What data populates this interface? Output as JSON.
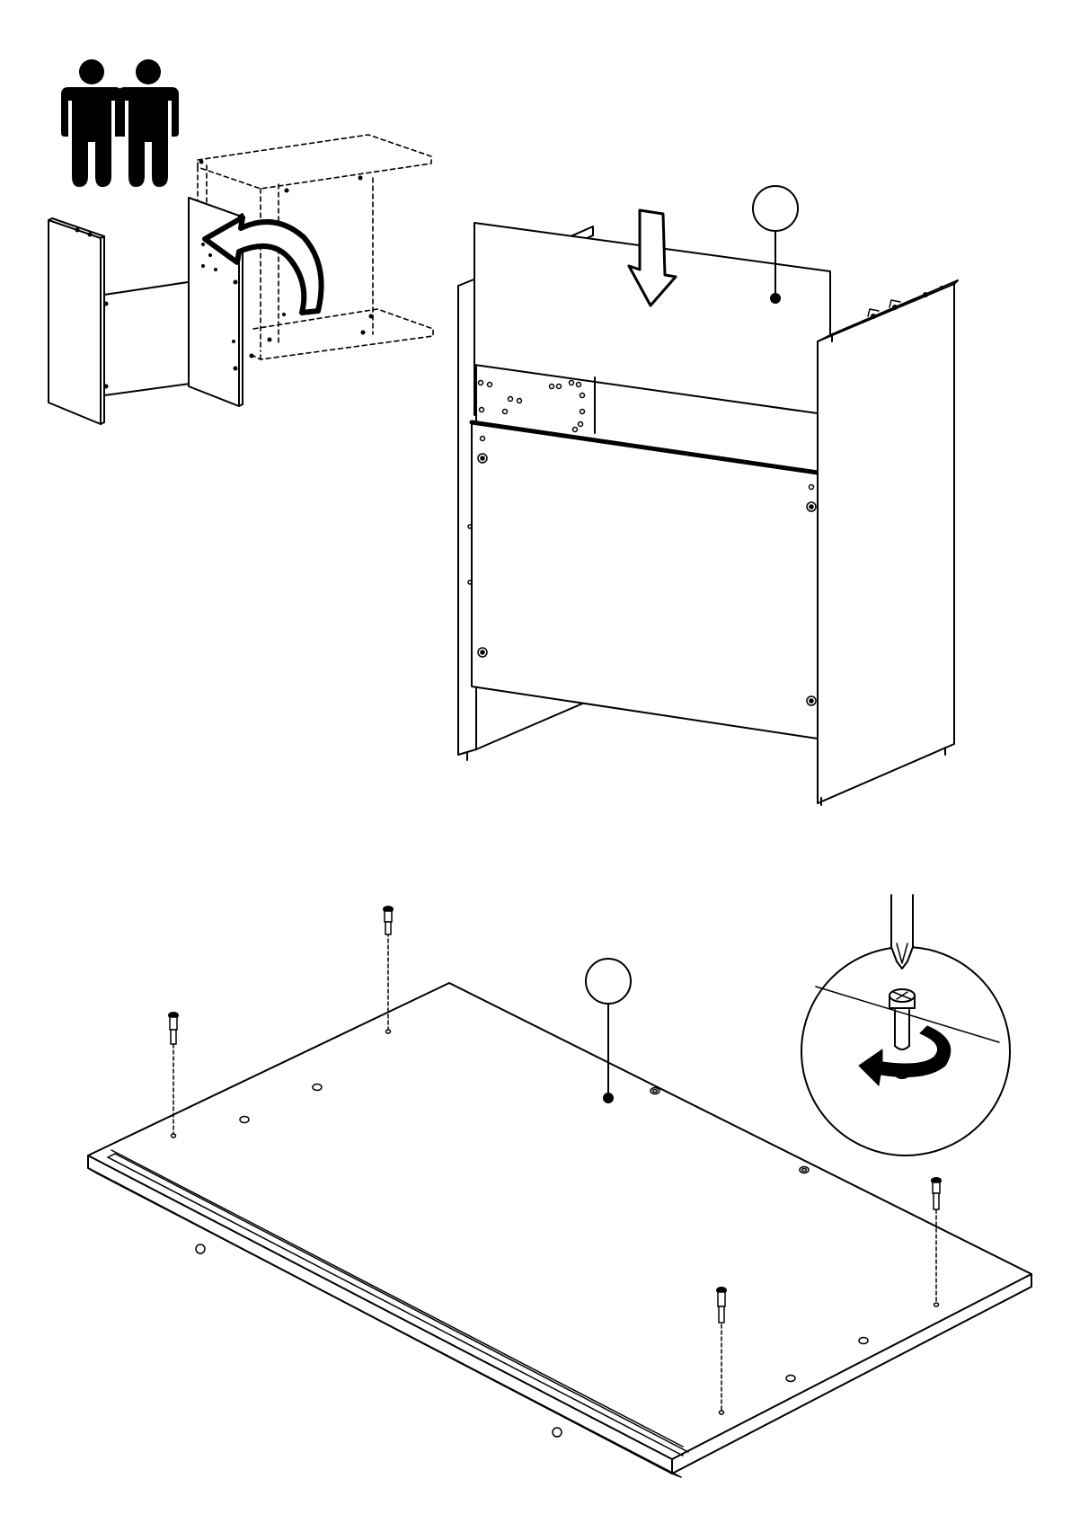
{
  "page": {
    "type": "assembly instruction step",
    "background": "#ffffff",
    "ink": "#000000"
  },
  "people_icon": {
    "icon": "two-person-icon",
    "count": 2
  },
  "callouts": [
    {
      "id": "back-panel-callout",
      "label": ""
    },
    {
      "id": "top-panel-callout",
      "label": ""
    }
  ],
  "footer": {
    "text": ""
  }
}
